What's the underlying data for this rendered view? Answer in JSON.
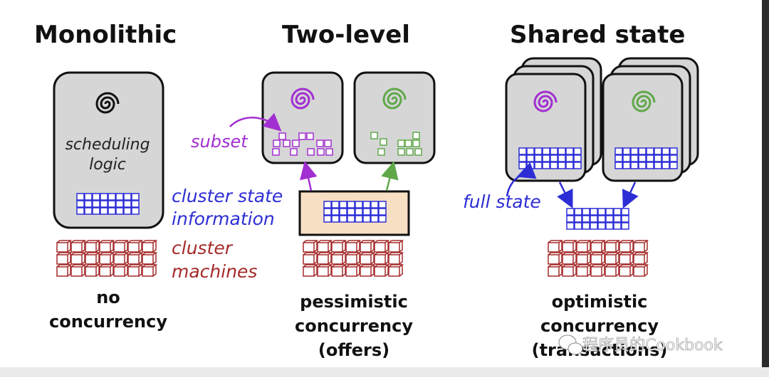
{
  "columns": {
    "monolithic": {
      "title": "Monolithic",
      "logic_line1": "scheduling",
      "logic_line2": "logic",
      "caption_line1": "no",
      "caption_line2": "concurrency"
    },
    "two_level": {
      "title": "Two-level",
      "subset_label": "subset",
      "caption_line1": "pessimistic",
      "caption_line2": "concurrency",
      "caption_line3": "(offers)"
    },
    "shared_state": {
      "title": "Shared state",
      "full_state_label": "full state",
      "caption_line1": "optimistic",
      "caption_line2": "concurrency",
      "caption_line3": "(transactions)"
    }
  },
  "legend": {
    "cluster_state_line1": "cluster state",
    "cluster_state_line2": "information",
    "cluster_machines_line1": "cluster",
    "cluster_machines_line2": "machines"
  },
  "watermark": "程序员的Cookbook",
  "colors": {
    "scheduler_box": "#d6d6d6",
    "state_grid": "#2d2dd6",
    "machines": "#a52a2a",
    "purple": "#a22fd1",
    "green": "#5fa84a",
    "offer_box": "#f7dfc4"
  }
}
